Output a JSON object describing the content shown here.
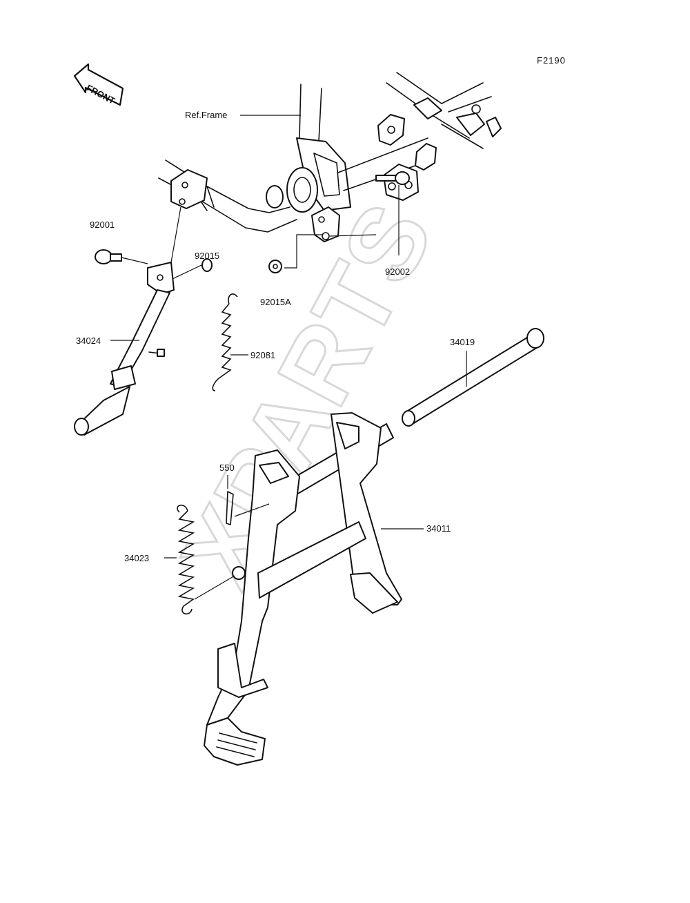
{
  "diagram": {
    "code": "F2190",
    "front_label": "FRONT",
    "watermark": "XPARTS",
    "ref_frame_label": "Ref.Frame",
    "parts": {
      "p92001": "92001",
      "p92015": "92015",
      "p92015A": "92015A",
      "p92002": "92002",
      "p34024": "34024",
      "p92081": "92081",
      "p34019": "34019",
      "p550": "550",
      "p34011": "34011",
      "p34023": "34023"
    }
  }
}
